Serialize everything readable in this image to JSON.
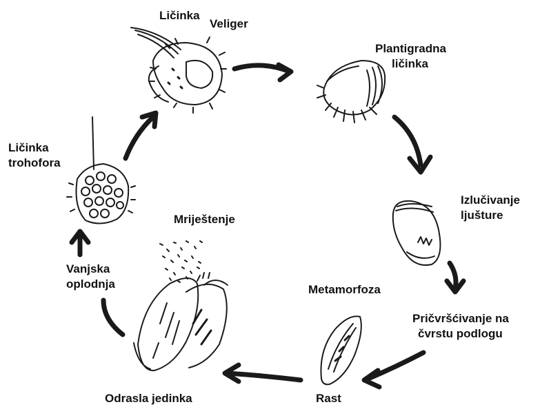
{
  "stages": {
    "licinka": "Ličinka",
    "veliger": "Veliger",
    "plantigradna": [
      "Plantigradna",
      "ličinka"
    ],
    "izlucivanje": [
      "Izlučivanje",
      "ljušture"
    ],
    "pricvrscivanje": [
      "Pričvršćivanje na",
      "čvrstu podlogu"
    ],
    "metamorfoza": "Metamorfoza",
    "rast": "Rast",
    "odrasla": "Odrasla jedinka",
    "mrijestenje": "Mriještenje",
    "vanjska": [
      "Vanjska",
      "oplodnja"
    ],
    "trohofora": [
      "Ličinka",
      "trohofora"
    ]
  },
  "colors": {
    "ink": "#1a1a1a",
    "background": "#ffffff"
  }
}
